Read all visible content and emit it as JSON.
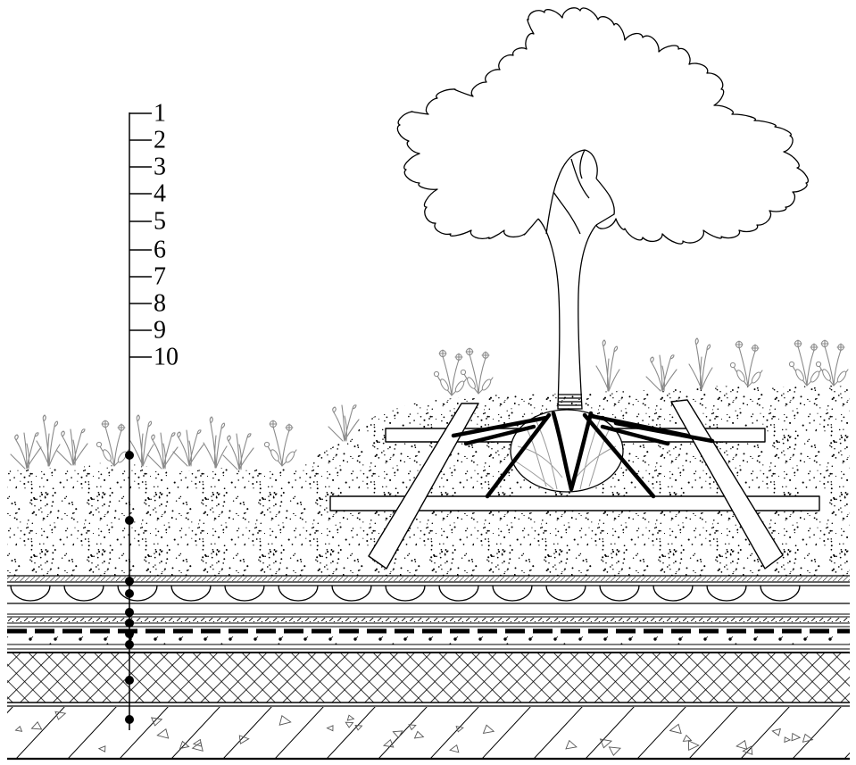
{
  "diagram": {
    "callouts": [
      "1",
      "2",
      "3",
      "4",
      "5",
      "6",
      "7",
      "8",
      "9",
      "10"
    ]
  },
  "colors": {
    "ink": "#000000",
    "paper": "#ffffff",
    "vegetation": "#8a8a8a"
  }
}
